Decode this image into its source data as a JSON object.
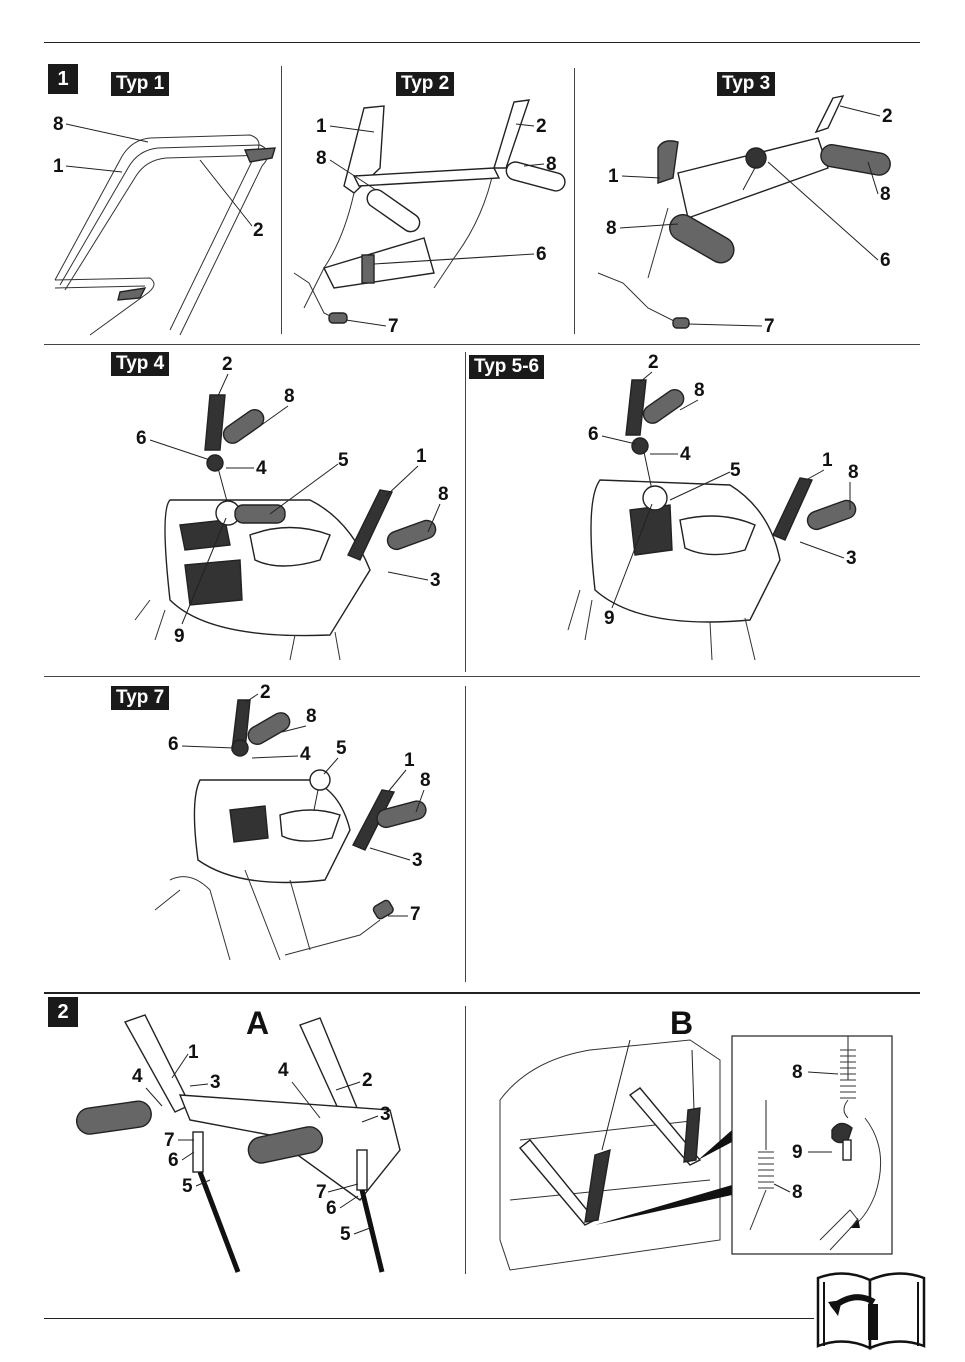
{
  "section1": {
    "label": "1",
    "types": [
      "Typ 1",
      "Typ 2",
      "Typ 3",
      "Typ 4",
      "Typ 5-6",
      "Typ 7"
    ]
  },
  "section2": {
    "label": "2",
    "panels": [
      "A",
      "B"
    ]
  },
  "callouts": {
    "t1": [
      "8",
      "1",
      "2"
    ],
    "t2": [
      "1",
      "2",
      "8",
      "8",
      "6",
      "7"
    ],
    "t3": [
      "2",
      "1",
      "8",
      "8",
      "6",
      "7"
    ],
    "t4": [
      "2",
      "8",
      "6",
      "4",
      "5",
      "1",
      "8",
      "3",
      "9"
    ],
    "t56": [
      "2",
      "8",
      "6",
      "4",
      "5",
      "1",
      "8",
      "3",
      "9"
    ],
    "t7": [
      "2",
      "8",
      "6",
      "4",
      "5",
      "1",
      "8",
      "3",
      "7"
    ],
    "a": [
      "1",
      "4",
      "3",
      "7",
      "6",
      "5",
      "4",
      "2",
      "3",
      "7",
      "6",
      "5"
    ],
    "b": [
      "8",
      "9",
      "8"
    ]
  }
}
